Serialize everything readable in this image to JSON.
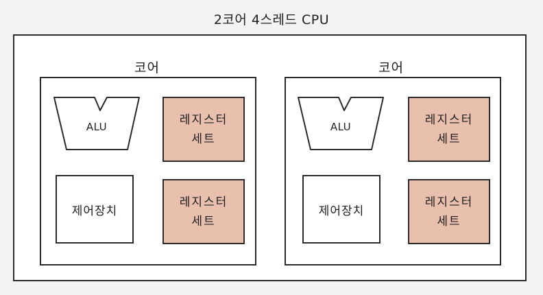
{
  "diagram": {
    "title": "2코어 4스레드 CPU",
    "cores": [
      {
        "label": "코어",
        "alu": "ALU",
        "control_unit": "제어장치",
        "register_sets": [
          {
            "line1": "레지스터",
            "line2": "세트"
          },
          {
            "line1": "레지스터",
            "line2": "세트"
          }
        ]
      },
      {
        "label": "코어",
        "alu": "ALU",
        "control_unit": "제어장치",
        "register_sets": [
          {
            "line1": "레지스터",
            "line2": "세트"
          },
          {
            "line1": "레지스터",
            "line2": "세트"
          }
        ]
      }
    ]
  },
  "colors": {
    "register_fill": "#e9bfad",
    "stroke": "#2a2a2a",
    "background": "#f3f3f1"
  }
}
